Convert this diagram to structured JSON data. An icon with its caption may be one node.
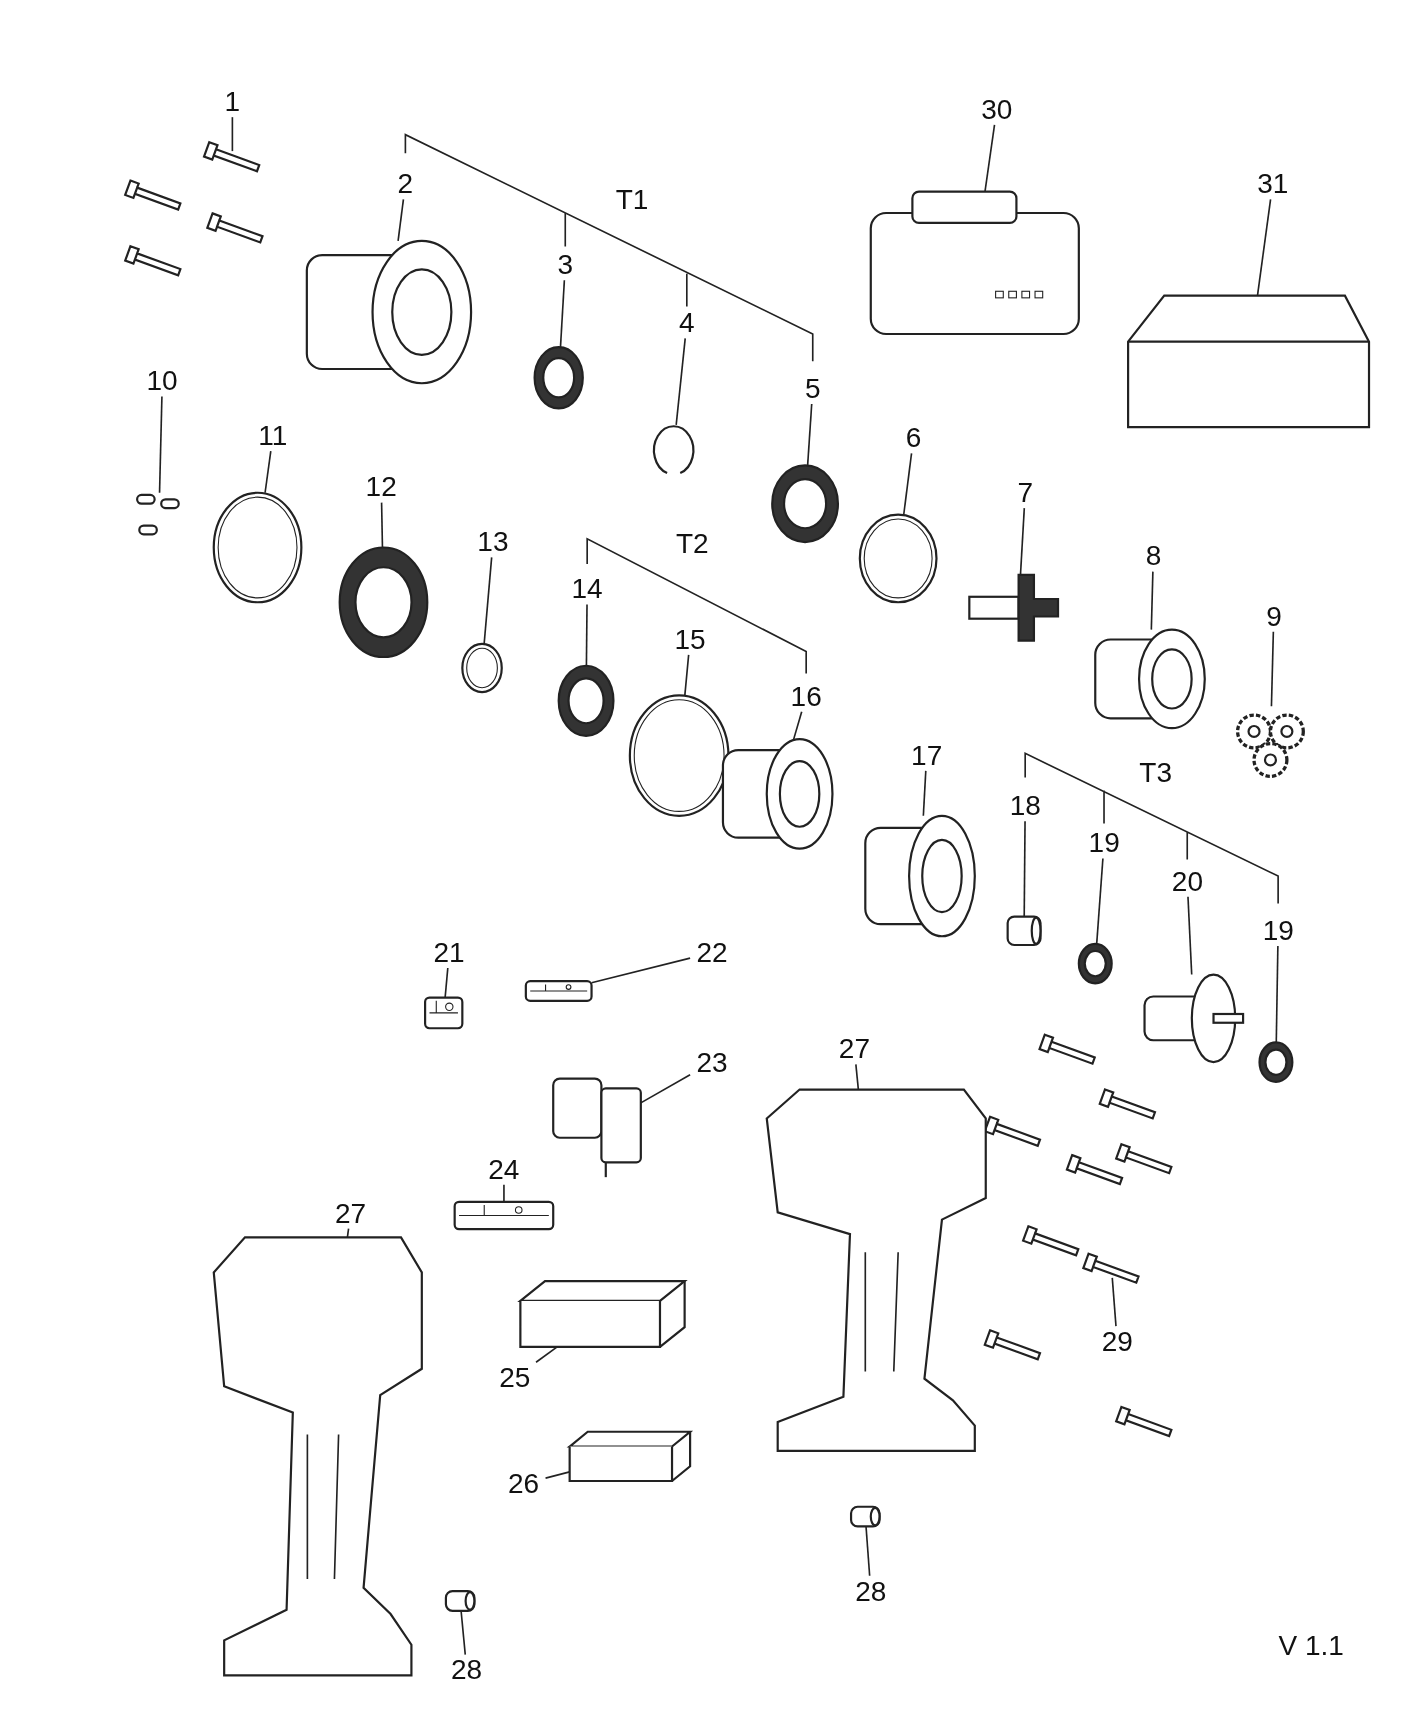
{
  "diagram": {
    "nodes": [
      {
        "text": [
          "1"
        ]
      },
      {
        "text": [
          "2"
        ]
      },
      {
        "text": [
          "3"
        ]
      },
      {
        "text": [
          "4"
        ]
      },
      {
        "text": [
          "5"
        ]
      },
      {
        "text": [
          "6"
        ]
      },
      {
        "text": [
          "7"
        ]
      },
      {
        "text": [
          "8"
        ]
      },
      {
        "text": [
          "9"
        ]
      },
      {
        "text": [
          "10"
        ]
      },
      {
        "text": [
          "11"
        ]
      },
      {
        "text": [
          "12"
        ]
      },
      {
        "text": [
          "13"
        ]
      },
      {
        "text": [
          "14"
        ]
      },
      {
        "text": [
          "15"
        ]
      },
      {
        "text": [
          "16"
        ]
      },
      {
        "text": [
          "17"
        ]
      },
      {
        "text": [
          "18"
        ]
      },
      {
        "text": [
          "19"
        ]
      },
      {
        "text": [
          "20"
        ]
      },
      {
        "text": [
          "19"
        ]
      },
      {
        "text": [
          "21"
        ]
      },
      {
        "text": [
          "22"
        ]
      },
      {
        "text": [
          "23"
        ]
      },
      {
        "text": [
          "24"
        ]
      },
      {
        "text": [
          "25"
        ]
      },
      {
        "text": [
          "26"
        ]
      },
      {
        "text": [
          "27"
        ]
      },
      {
        "text": [
          "27"
        ]
      },
      {
        "text": [
          "28"
        ]
      },
      {
        "text": [
          "28"
        ]
      },
      {
        "text": [
          "29"
        ]
      },
      {
        "text": [
          "30"
        ]
      },
      {
        "text": [
          "31"
        ]
      },
      {
        "text": [],
        "shape": "picture"
      },
      {
        "text": [],
        "shape": "picture"
      },
      {
        "text": [],
        "shape": "picture"
      },
      {
        "text": [],
        "shape": "picture"
      },
      {
        "text": [],
        "shape": "picture"
      },
      {
        "text": [],
        "shape": "picture"
      },
      {
        "text": [],
        "shape": "picture"
      },
      {
        "text": [],
        "shape": "picture"
      },
      {
        "text": [],
        "shape": "picture"
      },
      {
        "text": [],
        "shape": "picture"
      },
      {
        "text": [],
        "shape": "picture"
      },
      {
        "text": [],
        "shape": "picture"
      },
      {
        "text": [],
        "shape": "picture"
      },
      {
        "text": [],
        "shape": "picture"
      },
      {
        "text": [],
        "shape": "picture"
      },
      {
        "text": [],
        "shape": "picture"
      },
      {
        "text": [],
        "shape": "picture"
      },
      {
        "text": [],
        "shape": "picture"
      },
      {
        "text": [],
        "shape": "picture"
      },
      {
        "text": [],
        "shape": "picture"
      },
      {
        "text": [],
        "shape": "picture"
      },
      {
        "text": [],
        "shape": "picture"
      },
      {
        "text": [],
        "shape": "picture"
      },
      {
        "text": [],
        "shape": "picture"
      },
      {
        "text": [],
        "shape": "picture"
      },
      {
        "text": [],
        "shape": "picture"
      },
      {
        "text": [],
        "shape": "picture"
      },
      {
        "text": [],
        "shape": "picture"
      },
      {
        "text": [],
        "shape": "picture"
      },
      {
        "text": [],
        "shape": "picture"
      },
      {
        "text": [],
        "shape": "picture"
      },
      {
        "text": [],
        "shape": "picture"
      },
      {
        "text": [],
        "shape": "picture"
      },
      {
        "text": [],
        "shape": "picture"
      }
    ],
    "edges": [
      {
        "from": 0,
        "to": 34,
        "arrow": "none"
      },
      {
        "from": 1,
        "to": 35,
        "arrow": "none"
      },
      {
        "from": 2,
        "to": 36,
        "arrow": "none"
      },
      {
        "from": 3,
        "to": 37,
        "arrow": "none"
      },
      {
        "from": 4,
        "to": 38,
        "arrow": "none"
      },
      {
        "from": 5,
        "to": 39,
        "arrow": "none"
      },
      {
        "from": 6,
        "to": 40,
        "arrow": "none"
      },
      {
        "from": 7,
        "to": 41,
        "arrow": "none"
      },
      {
        "from": 8,
        "to": 42,
        "arrow": "none"
      },
      {
        "from": 9,
        "to": 43,
        "arrow": "none"
      },
      {
        "from": 10,
        "to": 44,
        "arrow": "none"
      },
      {
        "from": 11,
        "to": 45,
        "arrow": "none"
      },
      {
        "from": 12,
        "to": 46,
        "arrow": "none"
      },
      {
        "from": 13,
        "to": 47,
        "arrow": "none"
      },
      {
        "from": 14,
        "to": 48,
        "arrow": "none"
      },
      {
        "from": 15,
        "to": 49,
        "arrow": "none"
      },
      {
        "from": 16,
        "to": 50,
        "arrow": "none"
      },
      {
        "from": 17,
        "to": 51,
        "arrow": "none"
      },
      {
        "from": 18,
        "to": 52,
        "arrow": "none"
      },
      {
        "from": 19,
        "to": 53,
        "arrow": "none"
      },
      {
        "from": 20,
        "to": 54,
        "arrow": "none"
      },
      {
        "from": 21,
        "to": 55,
        "arrow": "none"
      },
      {
        "from": 22,
        "to": 56,
        "arrow": "none"
      },
      {
        "from": 23,
        "to": 57,
        "arrow": "none"
      },
      {
        "from": 24,
        "to": 58,
        "arrow": "none"
      },
      {
        "from": 25,
        "to": 59,
        "arrow": "none"
      },
      {
        "from": 26,
        "to": 60,
        "arrow": "none"
      },
      {
        "from": 27,
        "to": 61,
        "arrow": "none"
      },
      {
        "from": 28,
        "to": 62,
        "arrow": "none"
      },
      {
        "from": 29,
        "to": 63,
        "arrow": "none"
      },
      {
        "from": 30,
        "to": 64,
        "arrow": "none"
      },
      {
        "from": 31,
        "to": 65,
        "arrow": "none"
      },
      {
        "from": 32,
        "to": 66,
        "arrow": "none"
      },
      {
        "from": 33,
        "to": 67,
        "arrow": "none"
      }
    ],
    "labels": [
      "T1",
      "T2",
      "T3",
      "V 1.1"
    ]
  }
}
